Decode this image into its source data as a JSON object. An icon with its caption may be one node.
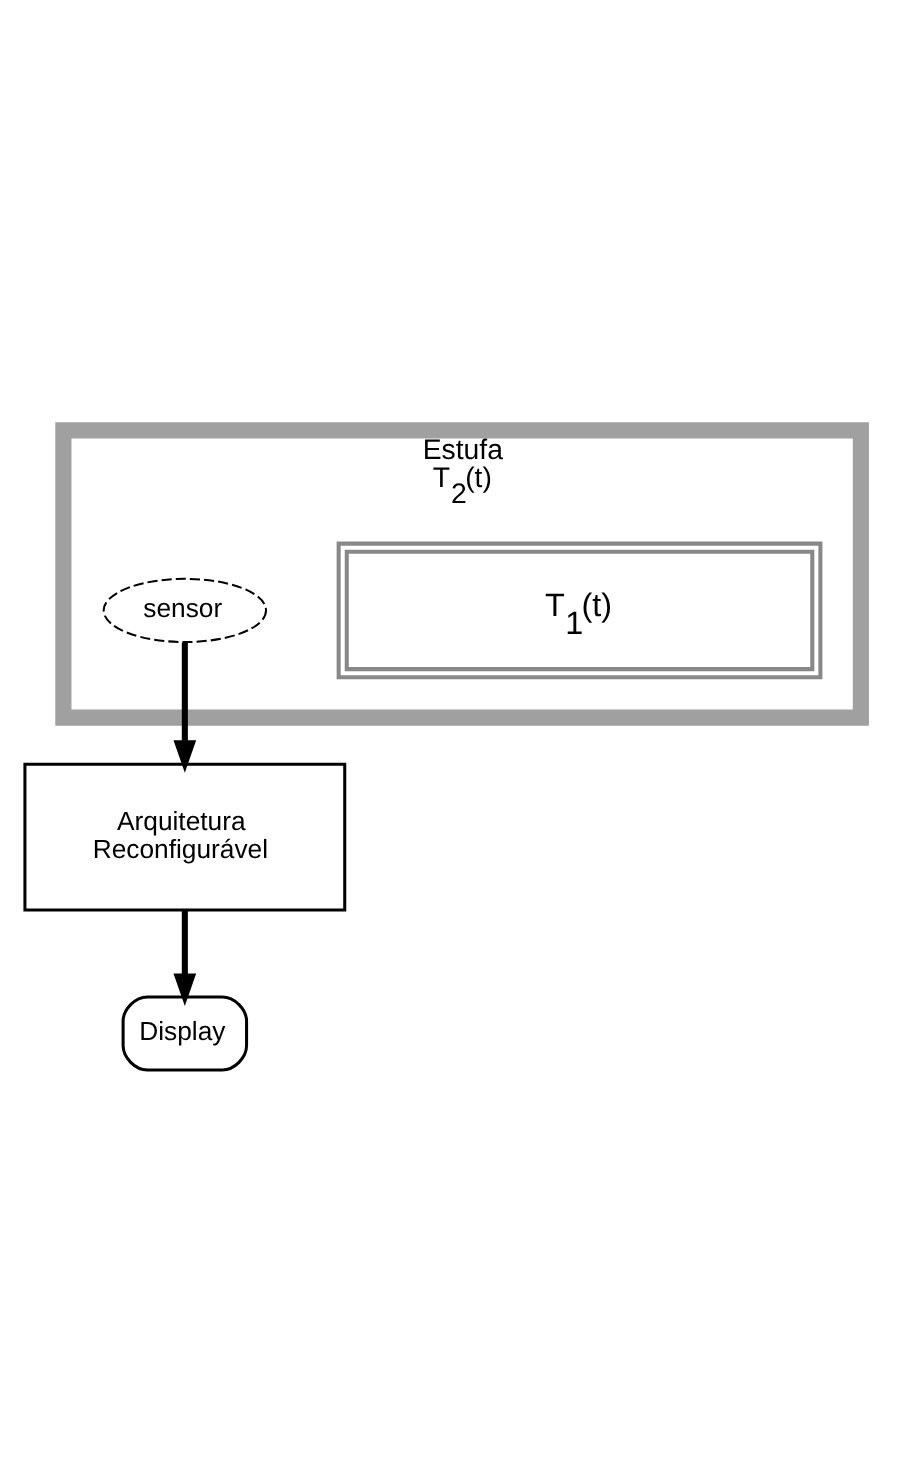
{
  "diagram": {
    "nodes": [
      {
        "text": [
          "Estufa",
          "T$_{2}$(t)"
        ]
      },
      {
        "text": [
          "T$_{1}$(t)"
        ],
        "in": 0
      },
      {
        "text": [
          "sensor"
        ],
        "in": 0
      },
      {
        "text": [
          "Arquitetura Reconfigurável"
        ]
      },
      {
        "text": [
          "Display"
        ]
      }
    ],
    "edges": [
      {
        "from": 2,
        "to": 3,
        "arrow": "to"
      },
      {
        "from": 3,
        "to": 4,
        "arrow": "to"
      }
    ]
  }
}
